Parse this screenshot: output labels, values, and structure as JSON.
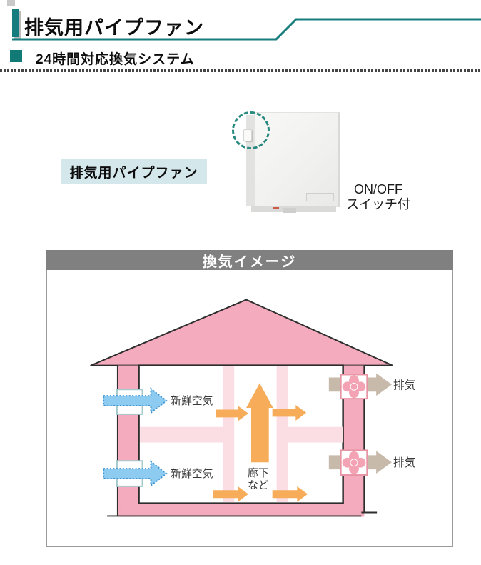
{
  "header": {
    "title": "排気用パイプファン",
    "subtitle": "24時間対応換気システム"
  },
  "product": {
    "label": "排気用パイプファン",
    "switch_note": {
      "line1": "ON/OFF",
      "line2": "スイッチ付"
    }
  },
  "diagram": {
    "title": "換気イメージ",
    "labels": {
      "fresh_air_upper": "新鮮空気",
      "fresh_air_lower": "新鮮空気",
      "corridor_line1": "廊下",
      "corridor_line2": "など",
      "exhaust_upper": "排気",
      "exhaust_lower": "排気"
    }
  },
  "colors": {
    "teal_accent": "#177C7D",
    "diagram_header_gray": "#808080",
    "product_label_bg": "#d4e7ea",
    "house_pink": "#F4ABBD",
    "inner_wall_pale_pink": "#FBDEE4",
    "corridor_arrow_orange": "#F6AC58",
    "fresh_air_blue_fill": "#8ECBF0",
    "fresh_air_blue_border": "#3E93D2",
    "exhaust_arrow_tan": "#C8BAAB",
    "fan_pink": "#F3A3B3",
    "fan_border_pink": "#E795A5",
    "vent_border_teal": "#A4CACE",
    "switch_circle_teal": "#2B8A80"
  }
}
